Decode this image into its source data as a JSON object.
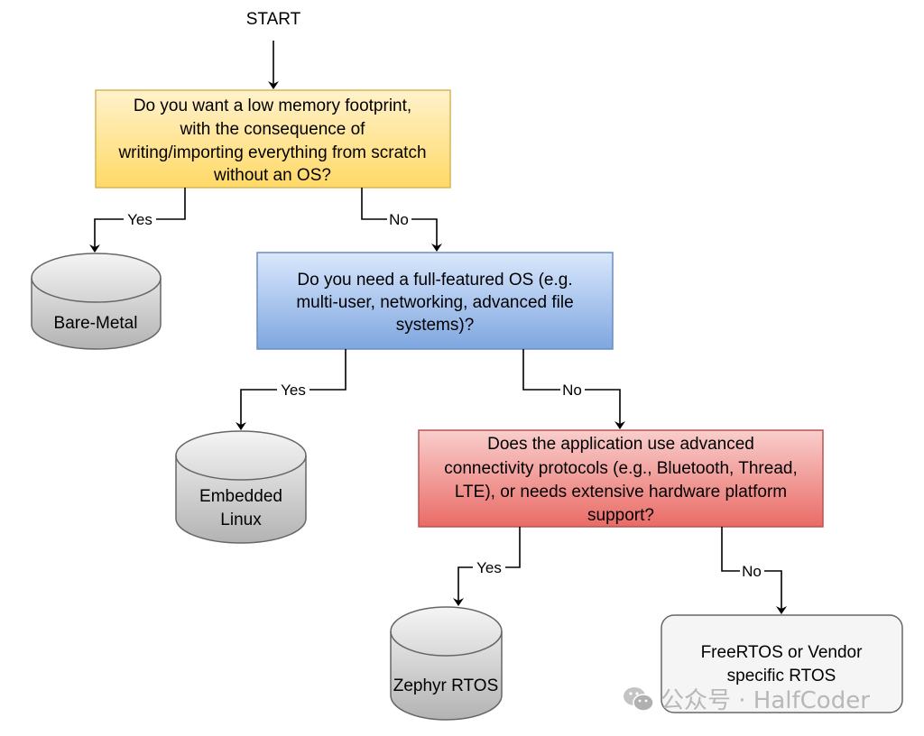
{
  "start_label": "START",
  "colors": {
    "q1_fill": [
      "#fff2cc",
      "#ffd966"
    ],
    "q1_stroke": "#d6b656",
    "q2_fill": [
      "#dae8fc",
      "#7ea6e0"
    ],
    "q2_stroke": "#6c8ebf",
    "q3_fill": [
      "#f8cecc",
      "#ea6b66"
    ],
    "q3_stroke": "#b85450",
    "db_fill": [
      "#f5f5f5",
      "#b3b3b3"
    ],
    "db_stroke": "#666666",
    "leaf_fill": "#f5f5f5"
  },
  "questions": [
    {
      "lines": [
        "Do you want a low memory footprint,",
        "with the consequence of",
        "writing/importing everything from scratch",
        "without an OS?"
      ]
    },
    {
      "lines": [
        "Do you need a full-featured OS (e.g.",
        "multi-user, networking, advanced file",
        "systems)?"
      ]
    },
    {
      "lines": [
        "Does the application use advanced",
        "connectivity protocols (e.g., Bluetooth, Thread,",
        "LTE), or needs extensive hardware platform",
        "support?"
      ]
    }
  ],
  "outcomes": {
    "bare_metal": [
      "Bare-Metal"
    ],
    "embedded_linux": [
      "Embedded",
      "Linux"
    ],
    "zephyr": [
      "Zephyr RTOS"
    ],
    "freertos": [
      "FreeRTOS or Vendor",
      "specific RTOS"
    ]
  },
  "edge_labels": {
    "yes": "Yes",
    "no": "No"
  },
  "watermark": {
    "text": "公众号 · HalfCoder",
    "icon": "wechat-icon"
  }
}
